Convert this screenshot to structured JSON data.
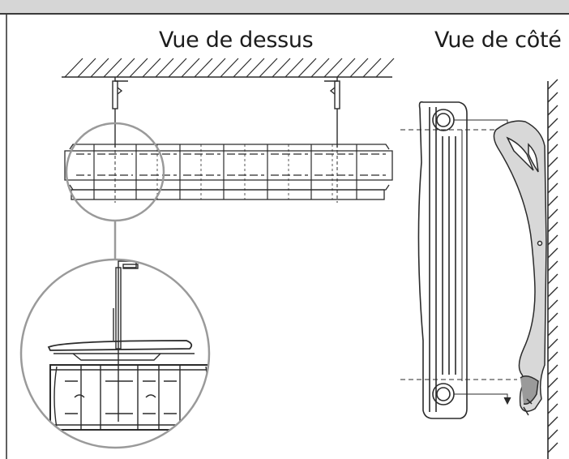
{
  "labels": {
    "top_view": "Vue de dessus",
    "side_view": "Vue de côté"
  },
  "colors": {
    "line": "#2b2b2b",
    "zoom_circle": "#9a9a9a",
    "header_band": "#d6d6d6"
  },
  "radiator": {
    "sections": 8
  }
}
